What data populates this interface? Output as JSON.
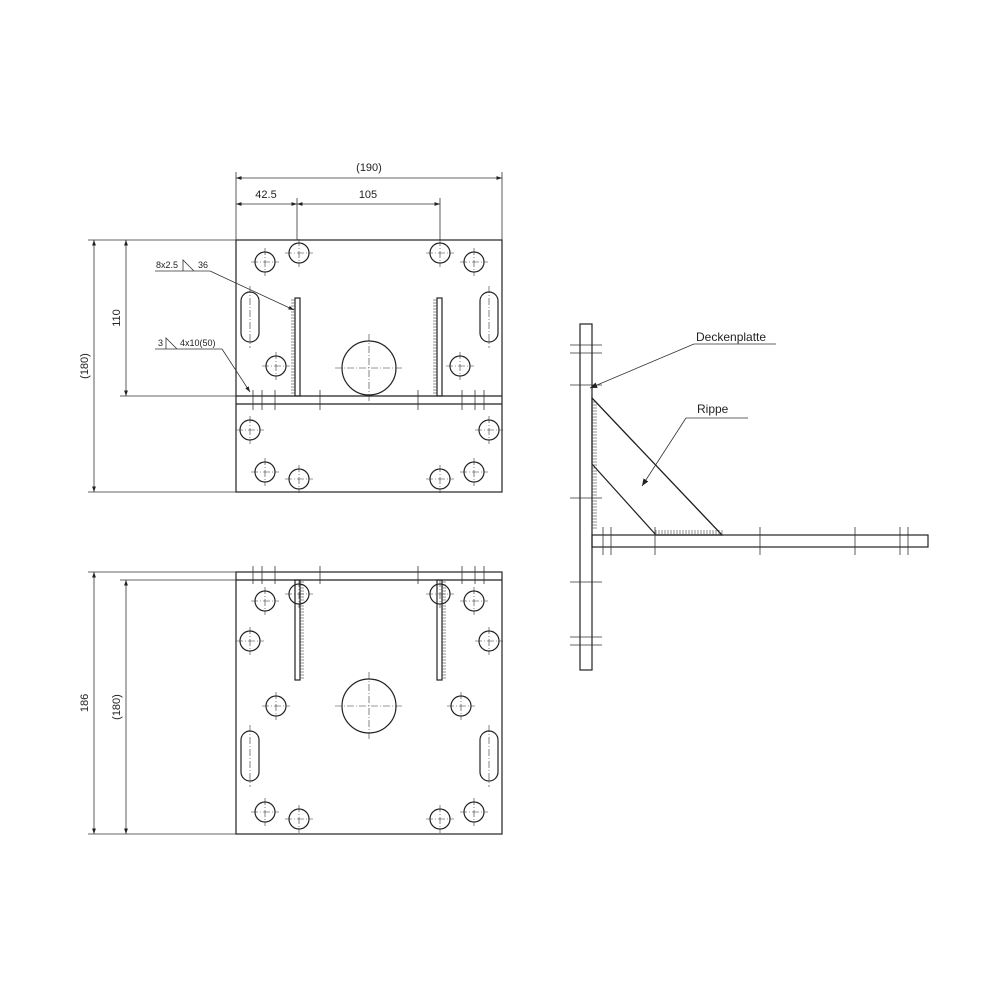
{
  "dimensions": {
    "top_width": "(190)",
    "top_left_offset": "42.5",
    "top_rib_spacing": "105",
    "top_total_height": "(180)",
    "top_upper_height": "110",
    "bottom_outer_height": "186",
    "bottom_inner_height": "(180)"
  },
  "weld_symbols": {
    "upper_leader": "8x2.5",
    "upper_length": "36",
    "lower_size": "3",
    "lower_leader": "4x10(50)"
  },
  "labels": {
    "ceiling_plate": "Deckenplatte",
    "rib": "Rippe"
  }
}
